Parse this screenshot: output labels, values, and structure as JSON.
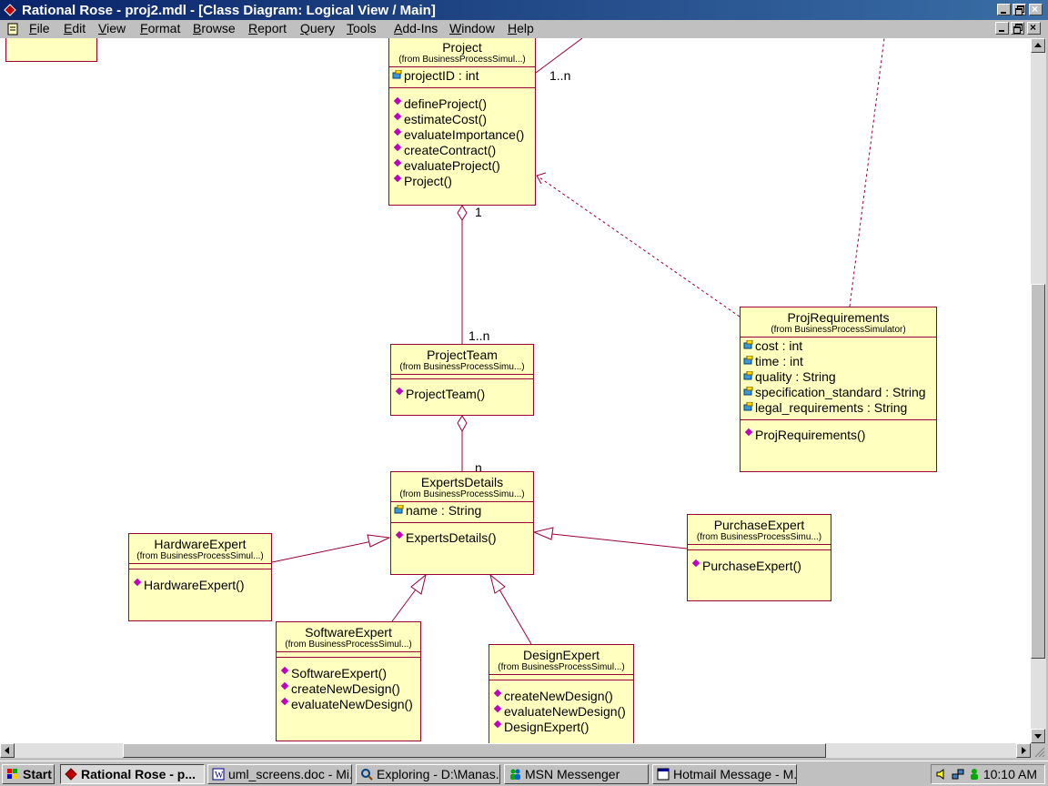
{
  "window": {
    "title": "Rational Rose - proj2.mdl - [Class Diagram: Logical View / Main]"
  },
  "menu": [
    "File",
    "Edit",
    "View",
    "Format",
    "Browse",
    "Report",
    "Query",
    "Tools",
    "Add-Ins",
    "Window",
    "Help"
  ],
  "diagram": {
    "classes": [
      {
        "id": "project",
        "name": "Project",
        "from": "(from BusinessProcessSimul...)",
        "attributes": [
          "projectID : int"
        ],
        "operations": [
          "defineProject()",
          "estimateCost()",
          "evaluateImportance()",
          "createContract()",
          "evaluateProject()",
          "Project()"
        ]
      },
      {
        "id": "projreq",
        "name": "ProjRequirements",
        "from": "(from BusinessProcessSimulator)",
        "attributes": [
          "cost : int",
          "time : int",
          "quality : String",
          "specification_standard : String",
          "legal_requirements : String"
        ],
        "operations": [
          "ProjRequirements()"
        ]
      },
      {
        "id": "projectteam",
        "name": "ProjectTeam",
        "from": "(from BusinessProcessSimu...)",
        "attributes": [],
        "operations": [
          "ProjectTeam()"
        ]
      },
      {
        "id": "experts",
        "name": "ExpertsDetails",
        "from": "(from BusinessProcessSimu...)",
        "attributes": [
          "name : String"
        ],
        "operations": [
          "ExpertsDetails()"
        ]
      },
      {
        "id": "hardware",
        "name": "HardwareExpert",
        "from": "(from BusinessProcessSimul...)",
        "attributes": [],
        "operations": [
          "HardwareExpert()"
        ]
      },
      {
        "id": "purchase",
        "name": "PurchaseExpert",
        "from": "(from BusinessProcessSimu...)",
        "attributes": [],
        "operations": [
          "PurchaseExpert()"
        ]
      },
      {
        "id": "software",
        "name": "SoftwareExpert",
        "from": "(from BusinessProcessSimul...)",
        "attributes": [],
        "operations": [
          "SoftwareExpert()",
          "createNewDesign()",
          "evaluateNewDesign()"
        ]
      },
      {
        "id": "design",
        "name": "DesignExpert",
        "from": "(from BusinessProcessSimul...)",
        "attributes": [],
        "operations": [
          "createNewDesign()",
          "evaluateNewDesign()",
          "DesignExpert()"
        ]
      }
    ],
    "multiplicities": {
      "project_top": "1..n",
      "project_team_agg": "1",
      "team_end": "1..n",
      "experts_end": "n"
    }
  },
  "taskbar": {
    "start_label": "Start",
    "items": [
      "Rational Rose - p...",
      "uml_screens.doc - Mi...",
      "Exploring - D:\\Manas...",
      "MSN Messenger",
      "Hotmail Message - M..."
    ],
    "clock": "10:10 AM"
  },
  "colors": {
    "class_fill": "#ffffc0",
    "class_border": "#990033",
    "titlebar": "#0a246a",
    "operation_icon": "#c000c0"
  }
}
